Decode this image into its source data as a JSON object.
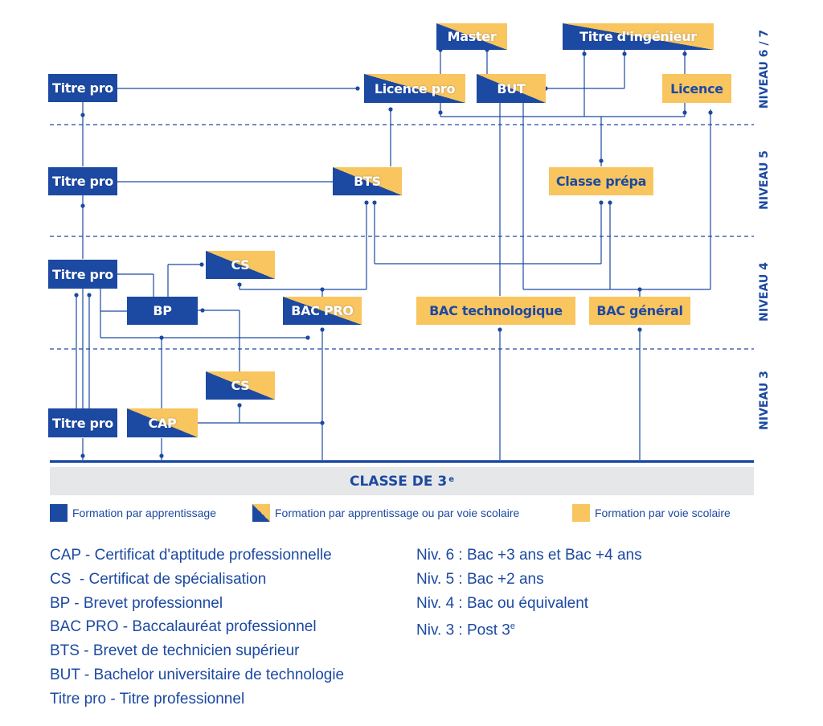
{
  "boxes": {
    "master": "Master",
    "titre_ingenieur": "Titre d'ingénieur",
    "titre_pro_6": "Titre pro",
    "licence_pro": "Licence pro",
    "but": "BUT",
    "licence": "Licence",
    "titre_pro_5": "Titre pro",
    "bts": "BTS",
    "classe_prepa": "Classe prépa",
    "titre_pro_4": "Titre pro",
    "cs_4": "CS",
    "bp": "BP",
    "bac_pro": "BAC PRO",
    "bac_techno": "BAC technologique",
    "bac_general": "BAC général",
    "cs_3": "CS",
    "titre_pro_3": "Titre pro",
    "cap": "CAP"
  },
  "levels": {
    "n67": "NIVEAU 6 / 7",
    "n5": "NIVEAU 5",
    "n4": "NIVEAU 4",
    "n3": "NIVEAU 3"
  },
  "classe": {
    "label": "CLASSE DE 3",
    "sup": "e"
  },
  "legend": {
    "apprentissage": "Formation par apprentissage",
    "mixte": "Formation par apprentissage ou par voie scolaire",
    "scolaire": "Formation par voie scolaire"
  },
  "abbreviations": [
    "CAP - Certificat d'aptitude professionnelle",
    "CS  - Certificat de spécialisation",
    "BP - Brevet professionnel",
    "BAC PRO - Baccalauréat professionnel",
    "BTS - Brevet de technicien supérieur",
    "BUT - Bachelor universitaire de technologie",
    "Titre pro - Titre professionnel"
  ],
  "niveaux": [
    "Niv. 6 : Bac +3 ans et Bac +4 ans",
    "Niv. 5 : Bac +2 ans",
    "Niv. 4 : Bac ou équivalent"
  ],
  "niveau3": {
    "text": "Niv. 3 : Post 3",
    "sup": "e"
  },
  "colors": {
    "blue": "#1c49a2",
    "yellow": "#f9c55f",
    "line": "#1c49a2",
    "bar": "#e6e7e8"
  }
}
